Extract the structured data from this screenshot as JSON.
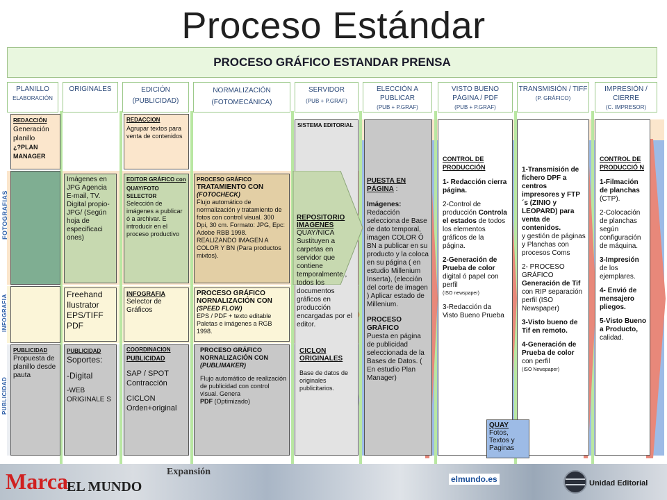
{
  "title": "Proceso Estándar",
  "banner": "PROCESO GRÁFICO ESTANDAR PRENSA",
  "columns": [
    {
      "name": "PLANILLO",
      "sub": "ELABORACIÓN"
    },
    {
      "name": "ORIGINALES",
      "sub": ""
    },
    {
      "name": "EDICIÓN",
      "sub": "(PUBLICIDAD)"
    },
    {
      "name": "NORMALIZACIÓN",
      "sub": "(FOTOMECÁNICA)"
    },
    {
      "name": "SERVIDOR",
      "sub": "(PUB + P.GRAF)"
    },
    {
      "name": "ELECCIÓN A PUBLICAR",
      "sub": "(PUB + P.GRAF)"
    },
    {
      "name": "VISTO BUENO PÁGINA / PDF",
      "sub": "(PUB + P.GRAF)"
    },
    {
      "name": "TRANSMISIÓN / TIFF",
      "sub": "(P. GRÁFICO)"
    },
    {
      "name": "IMPRESIÓN / CIERRE",
      "sub": "(C. IMPRESOR)"
    }
  ],
  "row_labels": {
    "fotografias": "FOTOGRAFIAS",
    "infografia": "INFOGRAFIA",
    "publicidad": "PUBLICIDAD"
  },
  "boxes": {
    "redaccion_planillo": {
      "head": "REDACCIÓN",
      "body": "Generación planillo",
      "tail": "¿?PLAN MANAGER"
    },
    "redaccion_edicion": {
      "head": "REDACCION",
      "body": "Agrupar textos para venta de contenidos"
    },
    "sistema_editorial": {
      "head": "SISTEMA EDITORIAL"
    },
    "imagenes": {
      "body": "Imágenes en JPG Agencia E-mail, TV. Digital propio-JPG/ (Según hoja de especificaci ones)"
    },
    "editor_grafico": {
      "head": "EDITOR GRÁFICO con",
      "sub": "QUAY/FOTO SELECTOR",
      "body": "Selección de imágenes a publicar ó a archivar. E introducir en el proceso productivo"
    },
    "proceso_tratamiento": {
      "head": "PROCESO GRÁFICO",
      "title": "TRATAMIENTO CON",
      "tool": "(FOTOCHECK)",
      "body": "Flujo automático de normalización y tratamiento de fotos con control visual. 300 Dpi, 30 cm. Formato: JPG, Epc: Adobe RBB 1998. REALIZANDO IMAGEN A COLOR Y BN (Para productos mixtos)."
    },
    "repositorio": {
      "head": "REPOSITORIO IMAGENES",
      "body": "QUAY/NICA Sustituyen a carpetas en servidor que contiene temporalmente , todos los documentos gráficos en producción encargadas por el editor."
    },
    "freehand": {
      "body": "Freehand Ilustrator EPS/TIFF PDF"
    },
    "infografia": {
      "head": "INFOGRAFIA",
      "body": "Selector de Gráficos"
    },
    "proceso_speed": {
      "title": "PROCESO GRÁFICO NORNALIZACIÓN CON",
      "tool": "(SPEED FLOW)",
      "body": "EPS / PDF + texto editable Paletas e imágenes a RGB 1998."
    },
    "publicidad_planillo": {
      "head": "PUBLICIDAD",
      "body": "Propuesta de planillo desde pauta"
    },
    "publicidad_soportes": {
      "head": "PUBLICIDAD",
      "body": "Soportes:",
      "l1": "-Digital",
      "l2": "-WEB ORIGINALE S"
    },
    "coordinacion": {
      "head": "COORDINACION",
      "head2": "PUBLICIDAD",
      "l1": "SAP / SPOT Contracción",
      "l2": "CICLON Orden+original"
    },
    "proceso_publimaker": {
      "title": "PROCESO GRÁFICO NORNALIZACIÓN CON",
      "tool": "(PUBLIMAKER)",
      "body": "Flujo automático de realización de publicidad con control visual. Genera",
      "pdf": "PDF",
      "pdf_tail": " (Optimizado)"
    },
    "ciclon": {
      "head": "CICLON ORIGINALES",
      "body": "Base de datos de originales publicitarios."
    },
    "puesta_pagina": {
      "head": "PUESTA EN PÁGINA",
      "head_tail": " :",
      "sub": "Imágenes:",
      "body": "Redacción selecciona de Base de dato temporal, imagen COLOR Ó BN a publicar en su producto y la coloca en su página ( en estudio Millenium Inserta), (elección del corte de imagen ) Aplicar estado de Millenium.",
      "head2": "PROCESO GRÁFICO",
      "body2": "Puesta en página de publicidad seleccionada de la Bases de Datos. ( En estudio Plan Manager)"
    },
    "control_produccion": {
      "head": "CONTROL DE PRODUCCIÓN",
      "i1": "1- Redacción cierra página.",
      "i2a": "2-Control de producción ",
      "i2b": "Controla el estados",
      "i2c": " de todos los elementos gráficos de la página.",
      "i3a": "2-Generación de Prueba de color",
      "i3b": " digital ó papel con perfil",
      "i3c": "(ISO newspaper)",
      "i4": "3-Redacción da Visto Bueno Prueba"
    },
    "transmision": {
      "i1": "1-Transmisión de fichero DPF a centros impresores y FTP´s (ZINIO y LEOPARD) para venta de contenidos.",
      "i1b": "y gestión de páginas y Planchas con procesos Coms",
      "i2a": "2- PROCESO GRÁFICO ",
      "i2b": "Generación de Tif",
      "i2c": " con RIP separación perfil (ISO Newspaper)",
      "i3": "3-Visto bueno de Tif en remoto.",
      "i4a": "4-Generación de Prueba de color",
      "i4b": " con perfil",
      "i4c": "(ISO Newspaper)"
    },
    "impresion": {
      "head": "CONTROL DE PRODUCCIÓ N",
      "i1a": "1-Filmación de planchas",
      "i1b": " (CTP).",
      "i2": "2-Colocación de planchas según configuración de máquina.",
      "i3a": "3-Impresión",
      "i3b": " de los ejemplares.",
      "i4": "4- Envió de mensajero pliegos.",
      "i5a": "5-Visto Bueno a Producto,",
      "i5b": " calidad."
    },
    "quay": {
      "head": "QUAY",
      "body": "Fotos, Textos y Paginas"
    }
  },
  "footer": {
    "logo_text": "Unidad Editorial",
    "papers": [
      "EL MUNDO",
      "Expansión",
      "Marca",
      "elmundo.es"
    ]
  }
}
